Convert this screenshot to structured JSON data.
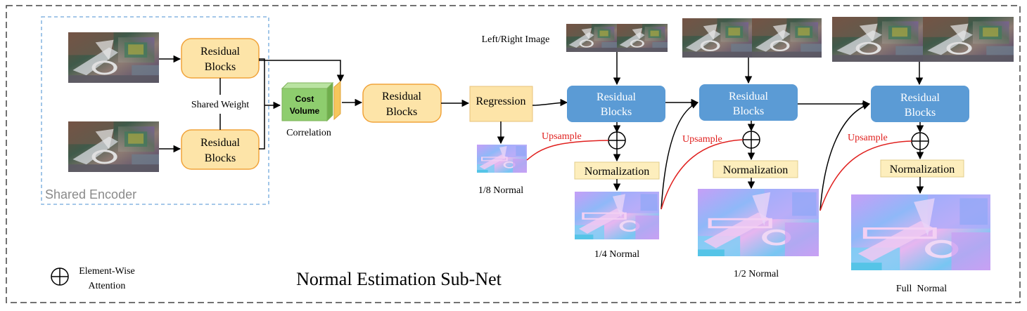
{
  "title": "Normal Estimation Sub-Net",
  "encoder": {
    "label": "Shared Encoder",
    "shared_weight": "Shared Weight",
    "block_line1": "Residual",
    "block_line2": "Blocks"
  },
  "cost_volume": {
    "line1": "Cost",
    "line2": "Volume",
    "caption": "Correlation"
  },
  "blocks": {
    "residual_line1": "Residual",
    "residual_line2": "Blocks",
    "regression": "Regression",
    "normalization": "Normalization"
  },
  "labels": {
    "left_right_image": "Left/Right Image",
    "upsample": "Upsample",
    "normal_1_8": "1/8 Normal",
    "normal_1_4": "1/4 Normal",
    "normal_1_2": "1/2 Normal",
    "normal_full": "Full  Normal"
  },
  "legend": {
    "line1": "Element-Wise",
    "line2": "Attention"
  },
  "colors": {
    "yellow_fill": "#fde4a8",
    "yellow_stroke": "#f1a33a",
    "blue_fill": "#5b9bd5",
    "norm_fill": "#fdeebd",
    "green": "#8ecd6e",
    "upsample": "#e0201e",
    "dashed_blue": "#6fa8dc"
  }
}
